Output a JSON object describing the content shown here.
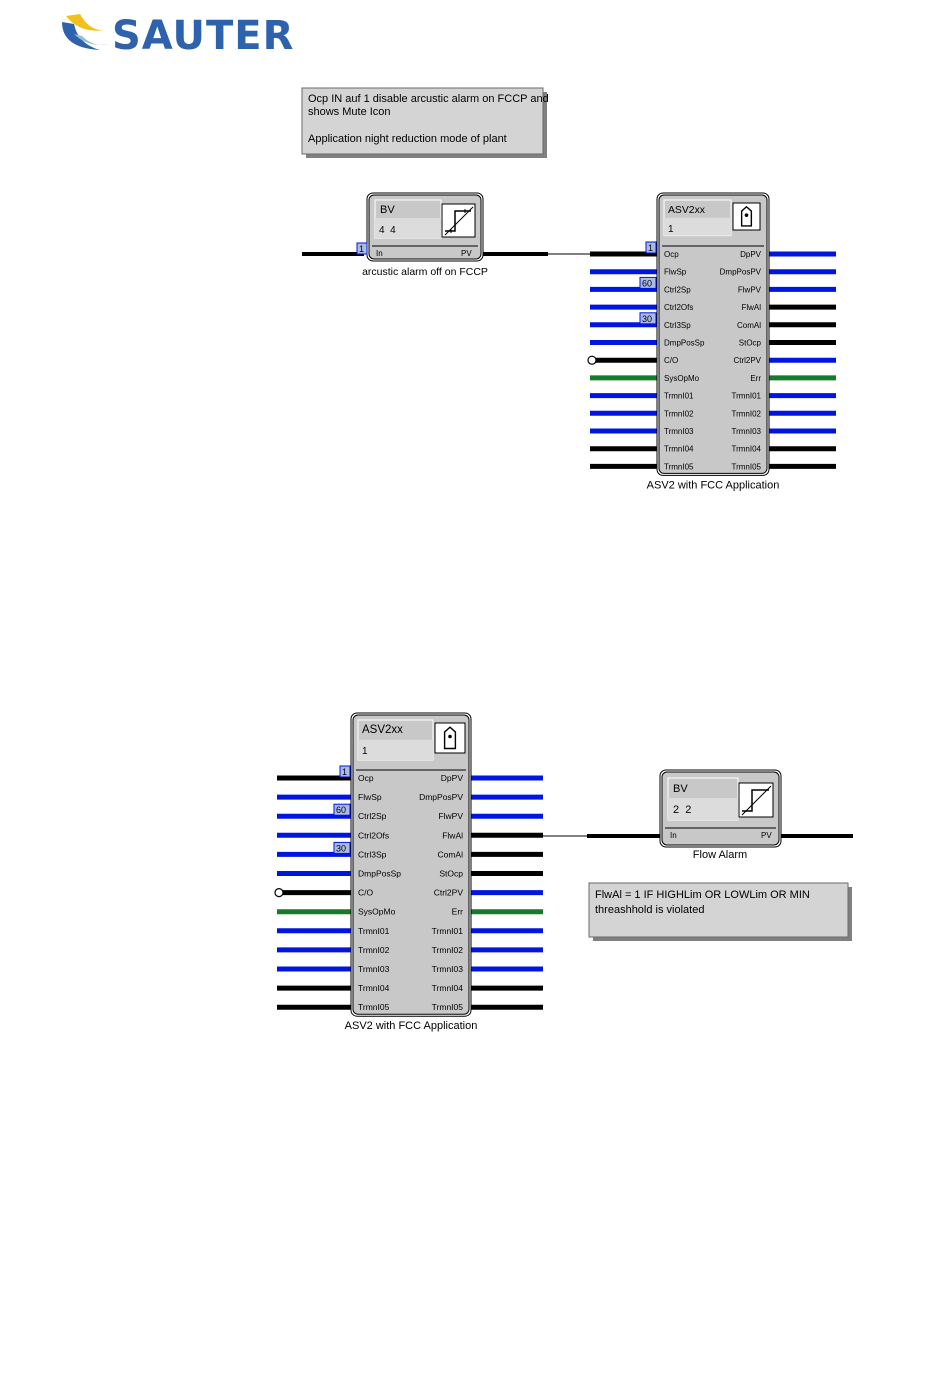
{
  "brand": {
    "name": "SAUTER",
    "color": "#2e62ac",
    "wave_colors": [
      "#2e62ac",
      "#f1c21b",
      "#9bbbd8"
    ]
  },
  "wire_colors": {
    "black": "#000000",
    "blue": "#0016e0",
    "green": "#157a2a"
  },
  "notes": [
    {
      "lines": [
        "Ocp IN auf 1 disable arcustic alarm on FCCP and",
        "shows Mute Icon",
        "",
        "Application night reduction mode of plant"
      ]
    },
    {
      "lines": [
        "FlwAl = 1 IF HIGHLim OR LOWLim OR MIN",
        "threashhold is violated"
      ]
    }
  ],
  "bv_blocks": [
    {
      "type": "BV",
      "value": "4  4",
      "in_label": "In",
      "out_label": "PV",
      "input_value": "1",
      "caption": "arcustic alarm off on FCCP",
      "icon": "step-function-icon"
    },
    {
      "type": "BV",
      "value": "2  2",
      "in_label": "In",
      "out_label": "PV",
      "caption": "Flow Alarm",
      "icon": "step-function-icon"
    }
  ],
  "asv_blocks": [
    {
      "type": "ASV2xx",
      "value": "1",
      "caption": "ASV2 with FCC Application",
      "icon": "valve-actuator-icon",
      "inputs": [
        {
          "label": "Ocp",
          "color": "black",
          "value": "1"
        },
        {
          "label": "FlwSp",
          "color": "blue"
        },
        {
          "label": "Ctrl2Sp",
          "color": "blue",
          "value": "60"
        },
        {
          "label": "Ctrl2Ofs",
          "color": "blue"
        },
        {
          "label": "Ctrl3Sp",
          "color": "blue",
          "value": "30"
        },
        {
          "label": "DmpPosSp",
          "color": "blue"
        },
        {
          "label": "C/O",
          "color": "black"
        },
        {
          "label": "SysOpMo",
          "color": "green"
        },
        {
          "label": "TrmnI01",
          "color": "blue"
        },
        {
          "label": "TrmnI02",
          "color": "blue"
        },
        {
          "label": "TrmnI03",
          "color": "blue"
        },
        {
          "label": "TrmnI04",
          "color": "black"
        },
        {
          "label": "TrmnI05",
          "color": "black"
        }
      ],
      "outputs": [
        {
          "label": "DpPV",
          "color": "blue"
        },
        {
          "label": "DmpPosPV",
          "color": "blue"
        },
        {
          "label": "FlwPV",
          "color": "blue"
        },
        {
          "label": "FlwAl",
          "color": "black"
        },
        {
          "label": "ComAl",
          "color": "black"
        },
        {
          "label": "StOcp",
          "color": "black"
        },
        {
          "label": "Ctrl2PV",
          "color": "blue"
        },
        {
          "label": "Err",
          "color": "green"
        },
        {
          "label": "TrmnI01",
          "color": "blue"
        },
        {
          "label": "TrmnI02",
          "color": "blue"
        },
        {
          "label": "TrmnI03",
          "color": "blue"
        },
        {
          "label": "TrmnI04",
          "color": "black"
        },
        {
          "label": "TrmnI05",
          "color": "black"
        }
      ]
    },
    {
      "type": "ASV2xx",
      "value": "1",
      "caption": "ASV2 with FCC Application",
      "icon": "valve-actuator-icon",
      "inputs": [
        {
          "label": "Ocp",
          "color": "black",
          "value": "1"
        },
        {
          "label": "FlwSp",
          "color": "blue"
        },
        {
          "label": "Ctrl2Sp",
          "color": "blue",
          "value": "60"
        },
        {
          "label": "Ctrl2Ofs",
          "color": "blue"
        },
        {
          "label": "Ctrl3Sp",
          "color": "blue",
          "value": "30"
        },
        {
          "label": "DmpPosSp",
          "color": "blue"
        },
        {
          "label": "C/O",
          "color": "black"
        },
        {
          "label": "SysOpMo",
          "color": "green"
        },
        {
          "label": "TrmnI01",
          "color": "blue"
        },
        {
          "label": "TrmnI02",
          "color": "blue"
        },
        {
          "label": "TrmnI03",
          "color": "blue"
        },
        {
          "label": "TrmnI04",
          "color": "black"
        },
        {
          "label": "TrmnI05",
          "color": "black"
        }
      ],
      "outputs": [
        {
          "label": "DpPV",
          "color": "blue"
        },
        {
          "label": "DmpPosPV",
          "color": "blue"
        },
        {
          "label": "FlwPV",
          "color": "blue"
        },
        {
          "label": "FlwAl",
          "color": "black"
        },
        {
          "label": "ComAl",
          "color": "black"
        },
        {
          "label": "StOcp",
          "color": "black"
        },
        {
          "label": "Ctrl2PV",
          "color": "blue"
        },
        {
          "label": "Err",
          "color": "green"
        },
        {
          "label": "TrmnI01",
          "color": "blue"
        },
        {
          "label": "TrmnI02",
          "color": "blue"
        },
        {
          "label": "TrmnI03",
          "color": "blue"
        },
        {
          "label": "TrmnI04",
          "color": "black"
        },
        {
          "label": "TrmnI05",
          "color": "black"
        }
      ]
    }
  ]
}
